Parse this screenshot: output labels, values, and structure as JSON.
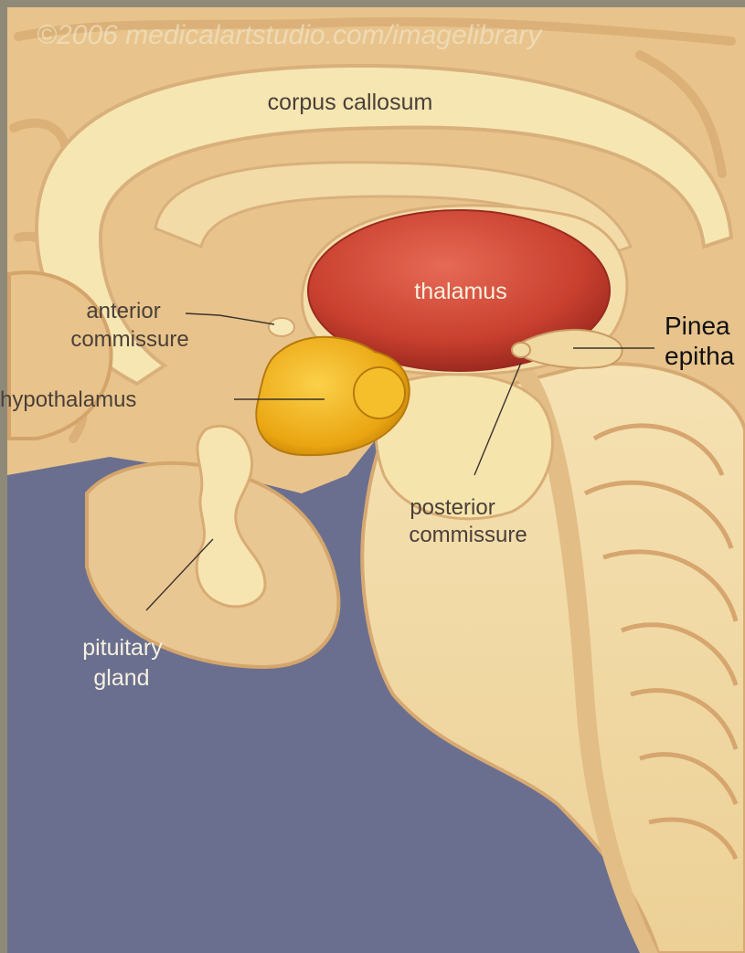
{
  "watermark": "©2006 medicalartstudio.com/imagelibrary",
  "colors": {
    "background_blue": "#6b6f8f",
    "tissue": "#f6e6ad",
    "tissue_shadow": "#d9b580",
    "thalamus": "#cf4a3e",
    "hypothalamus": "#f0b21d",
    "frame": "#8f8a78"
  },
  "labels": {
    "corpus_callosum": "corpus callosum",
    "thalamus": "thalamus",
    "anterior_commissure": [
      "anterior",
      "commissure"
    ],
    "hypothalamus": "hypothalamus",
    "posterior_commissure": [
      "posterior",
      "commissure"
    ],
    "pituitary_gland": [
      "pituitary",
      "gland"
    ],
    "pineal": [
      "Pinea",
      "epitha"
    ]
  }
}
